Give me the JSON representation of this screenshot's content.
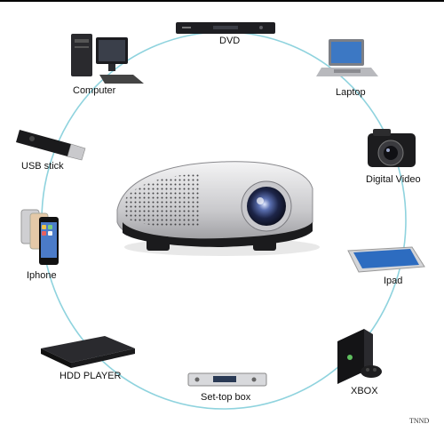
{
  "devices": {
    "dvd": "DVD",
    "computer": "Computer",
    "laptop": "Laptop",
    "usb": "USB stick",
    "camera": "Digital Video",
    "phone": "Iphone",
    "ipad": "Ipad",
    "hdd": "HDD PLAYER",
    "xbox": "XBOX",
    "settop": "Set-top box"
  },
  "watermark": "TNND",
  "colors": {
    "ring": "#8fd3de",
    "projector_body": "#d9d9db",
    "projector_base": "#1b1b1d",
    "lens": "#2a3a66"
  }
}
